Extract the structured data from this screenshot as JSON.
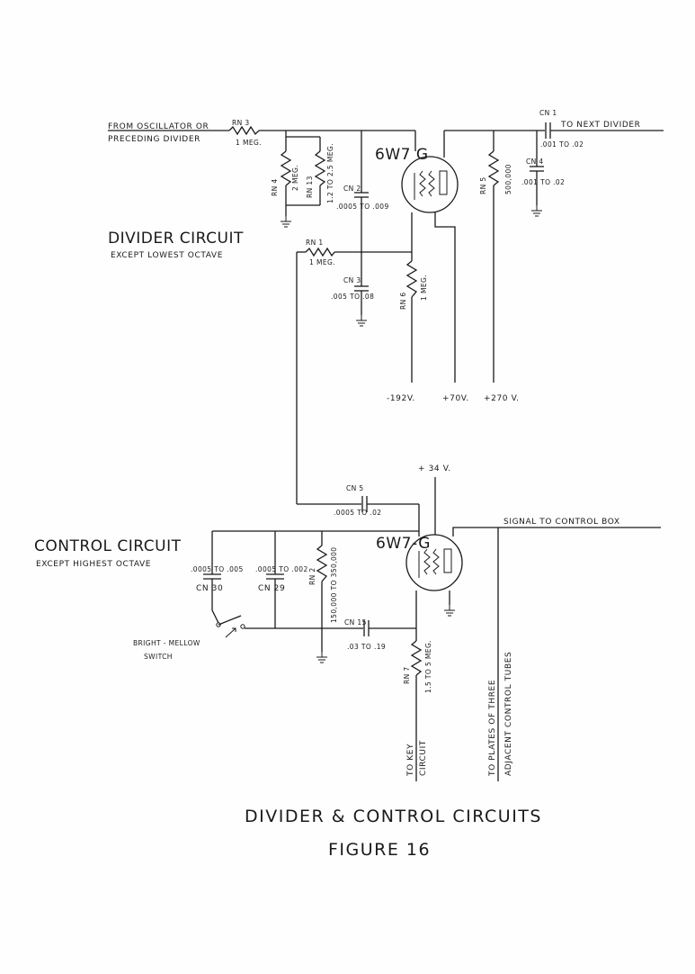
{
  "divider": {
    "heading": "DIVIDER CIRCUIT",
    "subheading": "EXCEPT LOWEST OCTAVE",
    "input_line1": "FROM OSCILLATOR OR",
    "input_line2": "PRECEDING DIVIDER",
    "tube": "6W7 G",
    "rn3": "RN 3",
    "rn3_val": "1 MEG.",
    "rn4": "RN 4",
    "rn4_val": "2 MEG.",
    "rn13": "RN 13",
    "rn13_val": "1.2 TO 2.5 MEG.",
    "cn2": "CN 2",
    "cn2_val": ".0005 TO .009",
    "rn1": "RN 1",
    "rn1_val": "1 MEG.",
    "cn3": "CN 3",
    "cn3_val": ".005 TO .08",
    "rn6": "RN 6",
    "rn6_val": "1 MEG.",
    "rn5": "RN 5",
    "rn5_val": "500,000",
    "cn1": "CN 1",
    "cn1_val": ".001 TO .02",
    "cn4": "CN 4",
    "cn4_val": ".001 TO .02",
    "output": "TO NEXT DIVIDER",
    "v1": "-192V.",
    "v2": "+70V.",
    "v3": "+270 V."
  },
  "control": {
    "heading": "CONTROL CIRCUIT",
    "subheading": "EXCEPT HIGHEST OCTAVE",
    "tube": "6W7-G",
    "supply": "+ 34 V.",
    "cn5": "CN 5",
    "cn5_val": ".0005 TO .02",
    "cn30": "CN 30",
    "cn30_val": ".0005 TO .005",
    "cn29": "CN 29",
    "cn29_val": ".0005 TO .002",
    "rn2": "RN 2",
    "rn2_val": "150,000 TO 350,000",
    "cn15": "CN 15",
    "cn15_val": ".03 TO .19",
    "rn7": "RN 7",
    "rn7_val": "1.5 TO 5 MEG.",
    "switch_line1": "BRIGHT - MELLOW",
    "switch_line2": "SWITCH",
    "signal": "SIGNAL TO CONTROL BOX",
    "key_line1": "TO KEY",
    "key_line2": "CIRCUIT",
    "plates_line1": "TO PLATES OF THREE",
    "plates_line2": "ADJACENT CONTROL TUBES"
  },
  "title": "DIVIDER & CONTROL CIRCUITS",
  "figure": "FIGURE 16"
}
